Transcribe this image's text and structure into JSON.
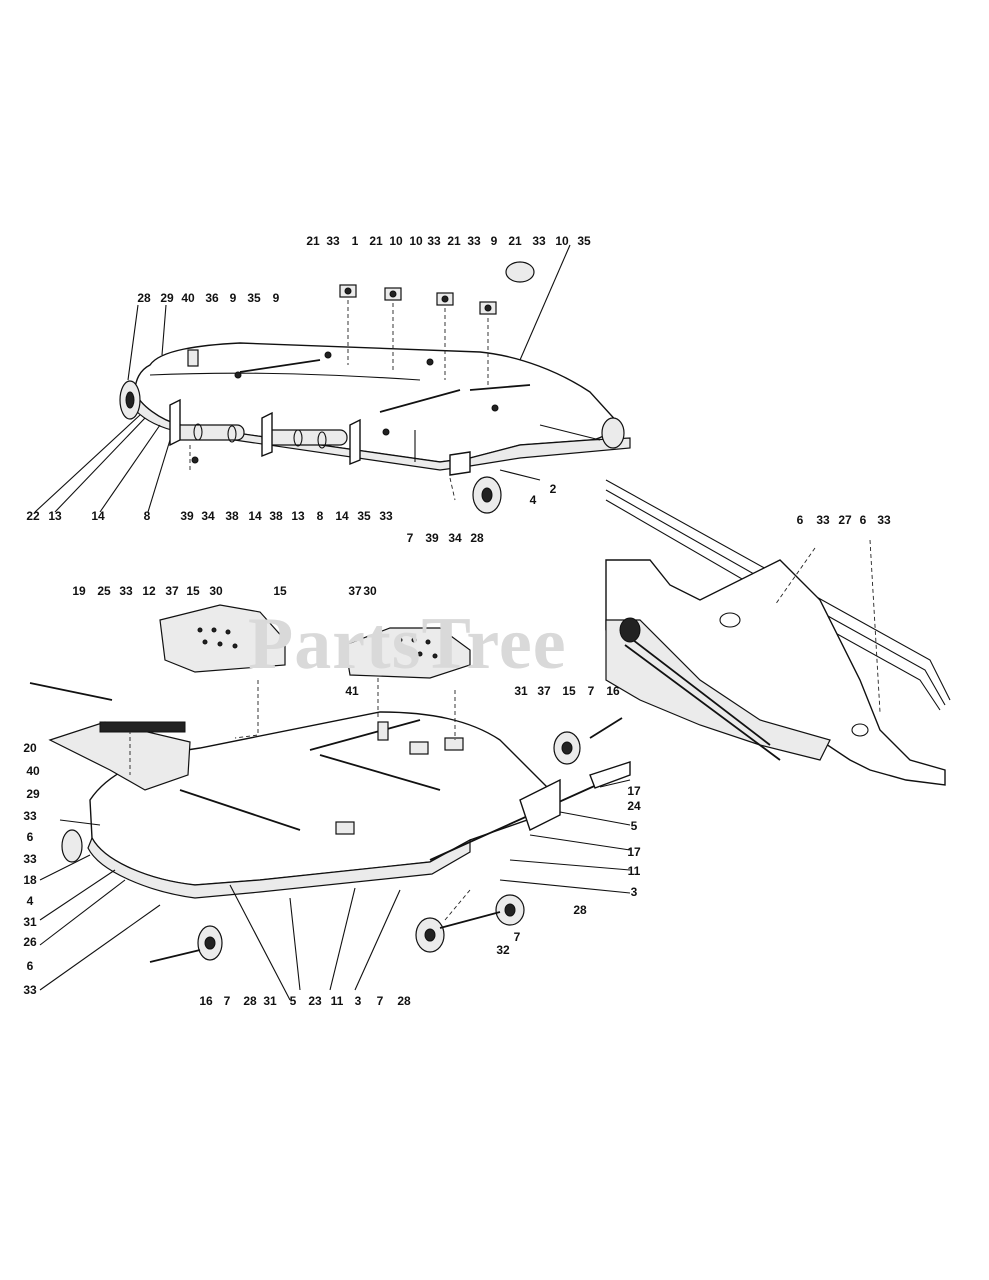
{
  "watermark": "PartsTree",
  "views": {
    "upper_deck": {
      "callouts": [
        "21",
        "33",
        "1",
        "21",
        "10",
        "10",
        "33",
        "21",
        "33",
        "9",
        "21",
        "33",
        "10",
        "35",
        "28",
        "29",
        "40",
        "36",
        "9",
        "35",
        "9",
        "22",
        "13",
        "14",
        "8",
        "39",
        "34",
        "38",
        "14",
        "38",
        "13",
        "8",
        "14",
        "35",
        "33",
        "2",
        "4",
        "7",
        "39",
        "34",
        "28"
      ]
    },
    "lower_deck": {
      "callouts": [
        "19",
        "25",
        "33",
        "12",
        "37",
        "15",
        "30",
        "15",
        "37",
        "30",
        "41",
        "31",
        "37",
        "15",
        "7",
        "16",
        "20",
        "40",
        "29",
        "33",
        "6",
        "33",
        "18",
        "4",
        "31",
        "26",
        "6",
        "33",
        "17",
        "24",
        "5",
        "17",
        "11",
        "3",
        "28",
        "7",
        "32",
        "16",
        "7",
        "28",
        "31",
        "5",
        "23",
        "11",
        "3",
        "7",
        "28"
      ]
    },
    "detail_view": {
      "callouts": [
        "6",
        "33",
        "27",
        "6",
        "33"
      ]
    }
  }
}
